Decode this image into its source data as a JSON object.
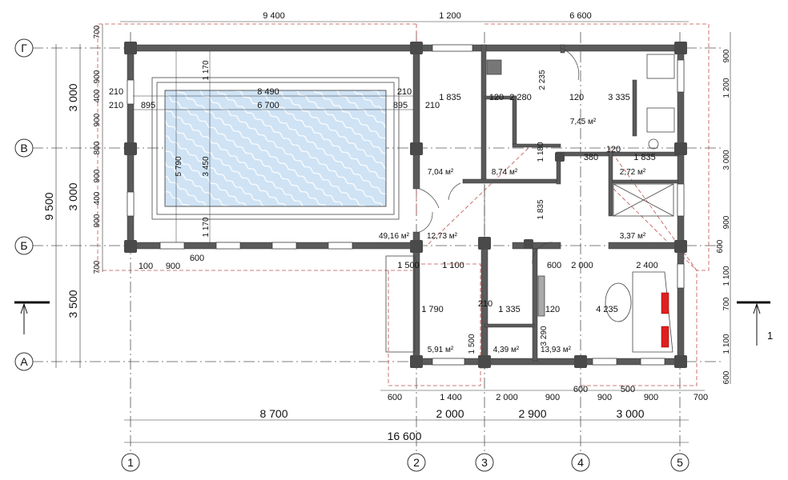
{
  "axes": {
    "vertical": [
      "1",
      "2",
      "3",
      "4",
      "5"
    ],
    "horizontal": [
      "Г",
      "В",
      "Б",
      "А"
    ]
  },
  "section_label": "1",
  "top_dims": [
    "9 400",
    "1 200",
    "6 600"
  ],
  "bottom_dims": {
    "row1": [
      "600",
      "1 400",
      "2 000",
      "900",
      "600",
      "900",
      "500",
      "900",
      "700"
    ],
    "row2": [
      "8 700",
      "2 000",
      "2 900",
      "3 000"
    ],
    "total": "16 600"
  },
  "left_dims": {
    "outer": "9 500",
    "mid": [
      "3 000",
      "3 000",
      "3 500"
    ],
    "inner": [
      "700",
      "900",
      "400",
      "900",
      "800",
      "900",
      "400",
      "900",
      "700"
    ]
  },
  "right_dims": [
    "900",
    "1 200",
    "3 000",
    "900",
    "600",
    "1 100",
    "700",
    "1 100",
    "600"
  ],
  "pool_dims": {
    "outer_len": "8 490",
    "inner_len": "6 700",
    "side1": "895",
    "side2": "895",
    "height": "5 790",
    "inner_h": "3 450",
    "top_gap": "1 170",
    "bottom_gap": "1 170",
    "wall_a": "210",
    "wall_b": "210",
    "wall_c": "210",
    "wall_d": "210"
  },
  "interior_dims": [
    "1 835",
    "2 280",
    "2 235",
    "120",
    "120",
    "3 335",
    "120",
    "380",
    "1 835",
    "1 835",
    "1 180",
    "1 500",
    "1 100",
    "1 790",
    "1 335",
    "4 235",
    "3 290",
    "1 500",
    "2 000",
    "2 400",
    "600",
    "210",
    "120",
    "900",
    "600",
    "100"
  ],
  "rooms": [
    {
      "area": "49,16 м²"
    },
    {
      "area": "12,73 м²"
    },
    {
      "area": "7,04 м²"
    },
    {
      "area": "8,74 м²"
    },
    {
      "area": "7,45 м²"
    },
    {
      "area": "2,72 м²"
    },
    {
      "area": "3,37 м²"
    },
    {
      "area": "5,91 м²"
    },
    {
      "area": "4,39 м²"
    },
    {
      "area": "13,93 м²"
    }
  ],
  "colors": {
    "wall": "#555555",
    "grid": "#555555",
    "pool": "#cfe3f5",
    "dashed_red": "#c0504d",
    "radiator": "#e02020"
  }
}
